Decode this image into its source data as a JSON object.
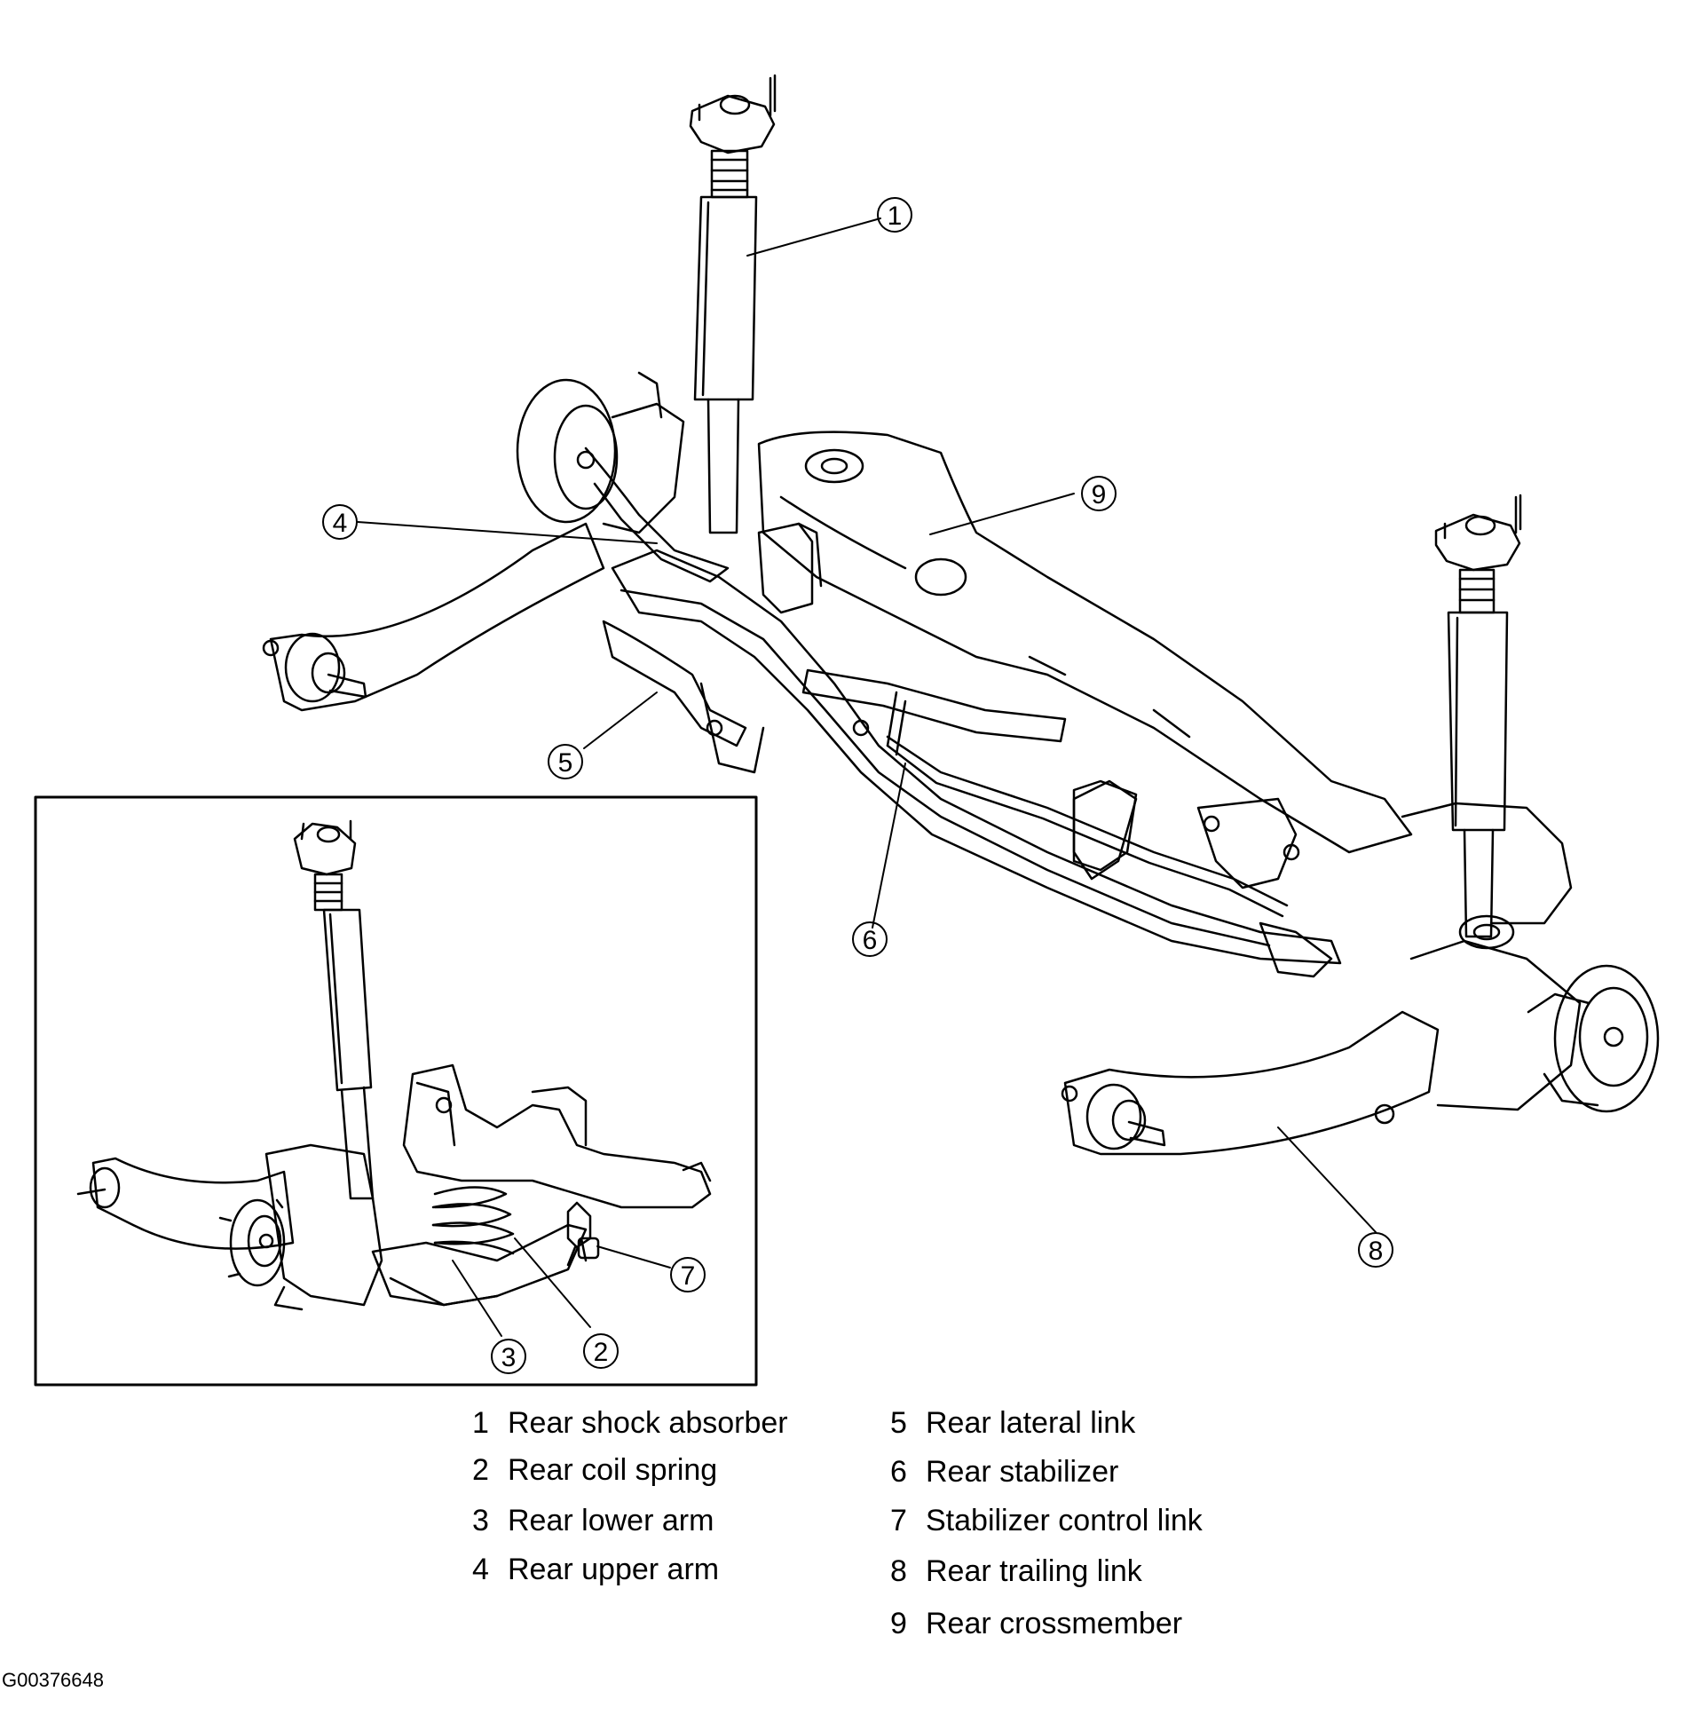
{
  "callouts": {
    "c1": "1",
    "c2": "2",
    "c3": "3",
    "c4": "4",
    "c5": "5",
    "c6": "6",
    "c7": "7",
    "c8": "8",
    "c9": "9"
  },
  "legend": [
    {
      "num": "1",
      "label": "Rear shock absorber"
    },
    {
      "num": "2",
      "label": "Rear coil spring"
    },
    {
      "num": "3",
      "label": "Rear lower arm"
    },
    {
      "num": "4",
      "label": "Rear upper arm"
    },
    {
      "num": "5",
      "label": "Rear lateral link"
    },
    {
      "num": "6",
      "label": "Rear stabilizer"
    },
    {
      "num": "7",
      "label": "Stabilizer control link"
    },
    {
      "num": "8",
      "label": "Rear trailing link"
    },
    {
      "num": "9",
      "label": "Rear crossmember"
    }
  ],
  "figure_id": "G00376648"
}
